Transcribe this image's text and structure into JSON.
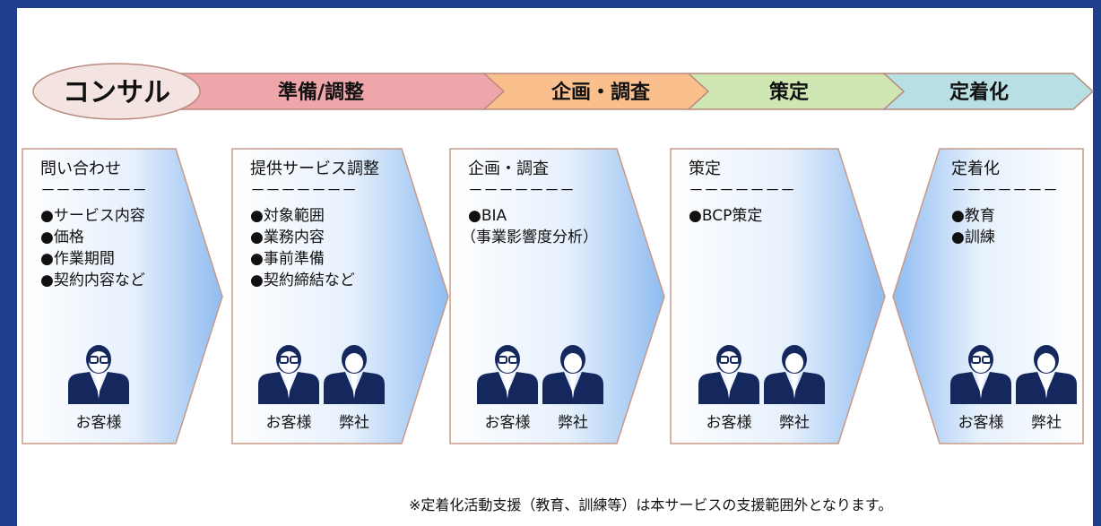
{
  "consult": "コンサル",
  "phases": [
    {
      "label": "準備/調整",
      "color": "#efa6ab"
    },
    {
      "label": "企画・調査",
      "color": "#f9c08e"
    },
    {
      "label": "策定",
      "color": "#cfe6b3"
    },
    {
      "label": "定着化",
      "color": "#b7dfe4"
    }
  ],
  "cards": [
    {
      "title": "問い合わせ",
      "divider": "－－－－－－－",
      "items": [
        "●サービス内容",
        "●価格",
        "●作業期間",
        "●契約内容など"
      ],
      "people": [
        "お客様"
      ]
    },
    {
      "title": "提供サービス調整",
      "divider": "－－－－－－－",
      "items": [
        "●対象範囲",
        "●業務内容",
        "●事前準備",
        "●契約締結など"
      ],
      "people": [
        "お客様",
        "弊社"
      ]
    },
    {
      "title": "企画・調査",
      "divider": "－－－－－－－",
      "items": [
        "●BIA",
        "（事業影響度分析）"
      ],
      "people": [
        "お客様",
        "弊社"
      ]
    },
    {
      "title": "策定",
      "divider": "－－－－－－－",
      "items": [
        "●BCP策定"
      ],
      "people": [
        "お客様",
        "弊社"
      ]
    },
    {
      "title": "定着化",
      "divider": "－－－－－－－",
      "items": [
        "●教育",
        "●訓練"
      ],
      "people": [
        "お客様",
        "弊社"
      ]
    }
  ],
  "note": "※定着化活動支援（教育、訓練等）は本サービスの支援範囲外となります。",
  "colors": {
    "frame": "#1f3f8c",
    "card_border": "#c89a86",
    "card_gradient": "#8fbcf0",
    "person": "#14285e"
  }
}
